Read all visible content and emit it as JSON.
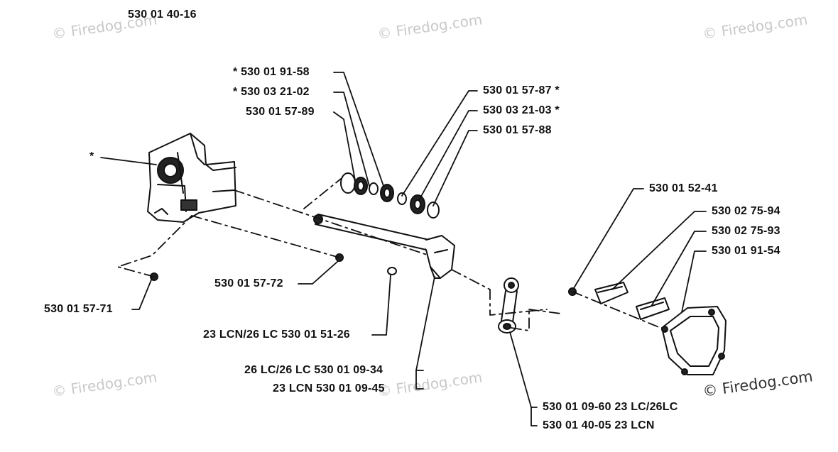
{
  "diagram": {
    "assembly_number": "530 01 40-16",
    "parts": {
      "star_crankcase": "*",
      "p_91_58": "*  530 01 91-58",
      "p_21_02": "*  530 03 21-02",
      "p_57_89": "530 01 57-89",
      "p_57_87": "530 01 57-87  *",
      "p_21_03": "530 03 21-03  *",
      "p_57_88": "530 01 57-88",
      "p_52_41": "530 01 52-41",
      "p_75_94": "530 02 75-94",
      "p_75_93": "530 02 75-93",
      "p_91_54": "530 01 91-54",
      "p_57_72": "530 01 57-72",
      "p_57_71": "530 01 57-71",
      "p_51_26": "23 LCN/26 LC 530 01 51-26",
      "p_09_34": "26 LC/26 LC 530 01 09-34",
      "p_09_45": "23 LCN 530 01 09-45",
      "p_09_60": "530 01 09-60 23 LC/26LC",
      "p_40_05": "530 01 40-05 23 LCN"
    }
  },
  "watermark": {
    "text": "© Firedog.com"
  }
}
